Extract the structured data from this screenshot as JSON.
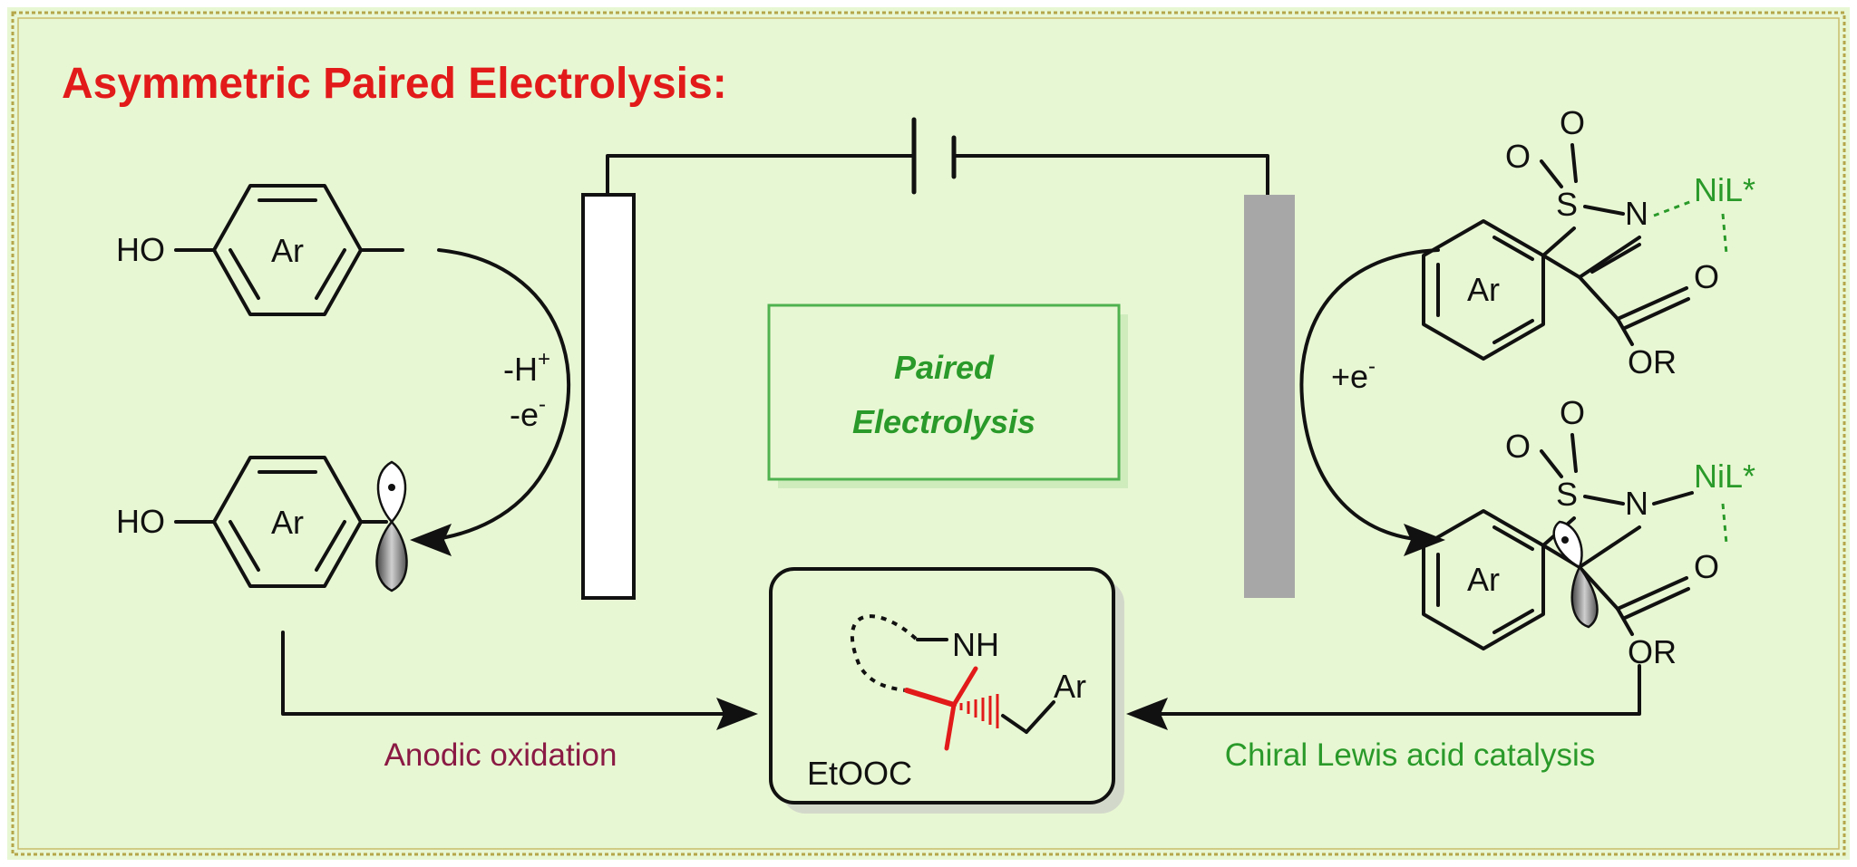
{
  "title": "Asymmetric Paired Electrolysis:",
  "center_box": {
    "line1": "Paired",
    "line2": "Electrolysis"
  },
  "left": {
    "substrate": {
      "ho": "HO",
      "ring": "Ar"
    },
    "radical": {
      "ho": "HO",
      "ring": "Ar"
    },
    "arrow_label": {
      "line1": "-H",
      "line1_sup": "+",
      "line2": "-e",
      "line2_sup": "-"
    },
    "caption": "Anodic oxidation"
  },
  "right": {
    "arrow_label": {
      "text": "+e",
      "sup": "-"
    },
    "top": {
      "o1": "O",
      "o2": "O",
      "s": "S",
      "n": "N",
      "nil": "NiL*",
      "o_co": "O",
      "or": "OR",
      "ring": "Ar"
    },
    "bottom": {
      "o1": "O",
      "o2": "O",
      "s": "S",
      "n": "N",
      "nil": "NiL*",
      "o_co": "O",
      "or": "OR",
      "ring": "Ar"
    },
    "caption": "Chiral Lewis acid catalysis"
  },
  "product": {
    "nh": "NH",
    "ar": "Ar",
    "ester": "EtOOC"
  },
  "colors": {
    "title": "#e21a1a",
    "green": "#2a9a2a",
    "anodic": "#8a1a44",
    "panel_bg": "#e8f7d3",
    "border": "#b5a64a",
    "cathode": "#a7a7a7"
  }
}
